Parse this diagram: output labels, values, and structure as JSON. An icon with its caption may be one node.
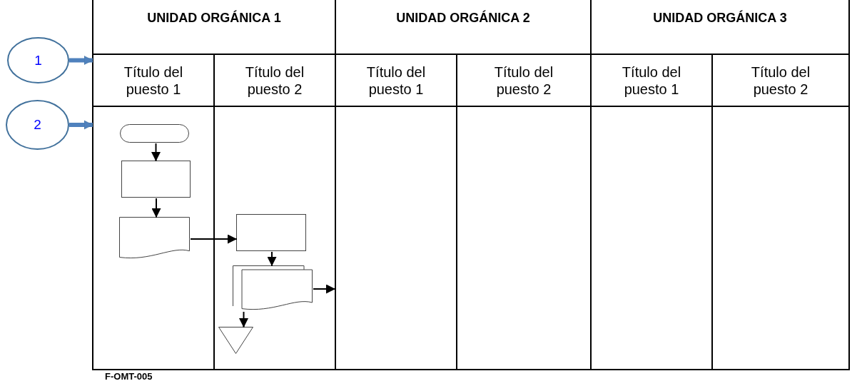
{
  "diagram": {
    "nodes": [
      {
        "text": [
          "1"
        ]
      },
      {
        "text": [
          "2"
        ]
      },
      {
        "text": [
          "UNIDAD ORGÁNICA 1"
        ]
      },
      {
        "text": [
          "UNIDAD ORGÁNICA 2"
        ]
      },
      {
        "text": [
          "UNIDAD ORGÁNICA 3"
        ]
      },
      {
        "text": [
          "Título del puesto 1"
        ]
      },
      {
        "text": [
          "Título del puesto 2"
        ]
      },
      {
        "text": [
          "Título del puesto 1"
        ]
      },
      {
        "text": [
          "Título del puesto 2"
        ]
      },
      {
        "text": [
          "Título del puesto 1"
        ]
      },
      {
        "text": [
          "Título del puesto 2"
        ]
      },
      {
        "text": [],
        "shape": "box"
      },
      {
        "text": [],
        "shape": "box"
      },
      {
        "text": [],
        "shape": "box"
      },
      {
        "text": [],
        "shape": "box"
      },
      {
        "text": [],
        "shape": "box"
      },
      {
        "text": [],
        "shape": "box"
      },
      {
        "text": [],
        "shape": "capsule",
        "in": 11
      },
      {
        "text": [],
        "shape": "box",
        "in": 11
      },
      {
        "text": [],
        "shape": "document",
        "in": 11
      },
      {
        "text": [],
        "shape": "box",
        "in": 12
      },
      {
        "text": [],
        "shape": "documents",
        "in": 12
      },
      {
        "text": [],
        "shape": "triangle",
        "in": 12
      }
    ],
    "edges": [
      {
        "from": 0,
        "to": 5,
        "arrow": "to",
        "style": "thick",
        "color": "#4f81bd"
      },
      {
        "from": 1,
        "to": 11,
        "arrow": "to",
        "style": "thick",
        "color": "#4f81bd"
      },
      {
        "from": 17,
        "to": 18,
        "arrow": "to"
      },
      {
        "from": 18,
        "to": 19,
        "arrow": "to"
      },
      {
        "from": 19,
        "to": 20,
        "arrow": "to"
      },
      {
        "from": 20,
        "to": 21,
        "arrow": "to"
      },
      {
        "from": 21,
        "to": 22,
        "arrow": "to"
      },
      {
        "from": 21,
        "to": 13,
        "arrow": "to"
      }
    ],
    "labels": [
      "F-OMT-005"
    ]
  }
}
